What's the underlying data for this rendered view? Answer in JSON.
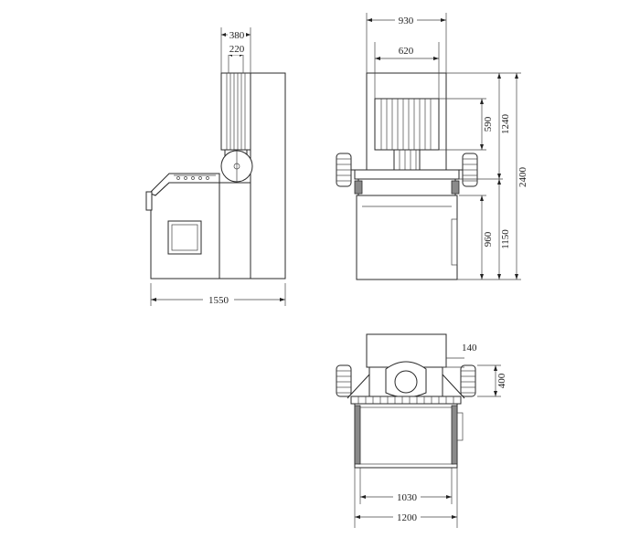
{
  "dimensions": {
    "side_width": "1550",
    "side_top_outer": "380",
    "side_top_inner": "220",
    "front_width": "930",
    "front_inner": "620",
    "front_roller_height": "590",
    "front_upper_height": "1240",
    "front_total_height": "2400",
    "front_lower_a": "960",
    "front_lower_b": "1150",
    "top_offset": "140",
    "top_depth": "400",
    "top_inner_width": "1030",
    "top_outer_width": "1200"
  },
  "colors": {
    "line": "#2a2a2a",
    "paper": "#ffffff",
    "panel": "#eeeeee",
    "shade": "#8a8a8a"
  }
}
